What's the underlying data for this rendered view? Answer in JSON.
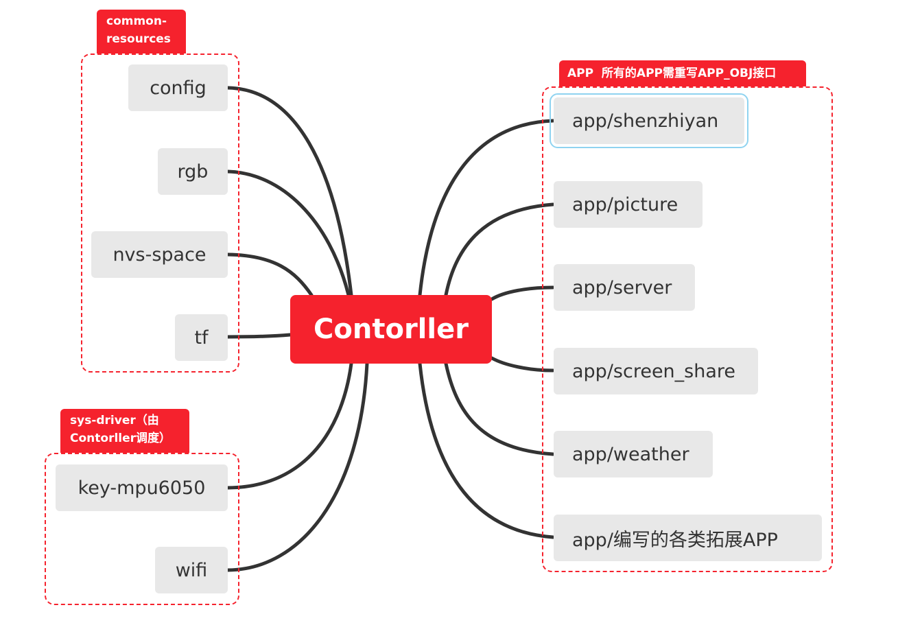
{
  "central": {
    "label": "Contorller"
  },
  "groups": {
    "common": {
      "tag": "common-\nresources",
      "items": [
        "config",
        "rgb",
        "nvs-space",
        "tf"
      ]
    },
    "sys_driver": {
      "tag": "sys-driver（由\nContorller调度）",
      "items": [
        "key-mpu6050",
        "wifi"
      ]
    },
    "app": {
      "tag": "APP  所有的APP需重写APP_OBJ接口",
      "items": [
        "app/shenzhiyan",
        "app/picture",
        "app/server",
        "app/screen_share",
        "app/weather",
        "app/编写的各类拓展APP"
      ]
    }
  },
  "colors": {
    "accent": "#f5222d",
    "node_bg": "#e8e8e8",
    "connector": "#333333",
    "selection": "#8fd3f0"
  }
}
